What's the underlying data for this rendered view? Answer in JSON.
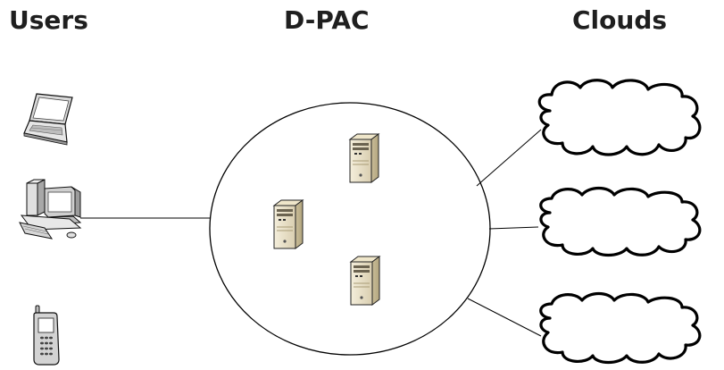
{
  "headings": {
    "users": "Users",
    "dpac": "D-PAC",
    "clouds": "Clouds"
  },
  "icons": {
    "users": [
      "laptop-icon",
      "desktop-computer-icon",
      "mobile-phone-icon"
    ],
    "servers": [
      "server-icon",
      "server-icon",
      "server-icon"
    ],
    "clouds": [
      "cloud-icon",
      "cloud-icon",
      "cloud-icon"
    ]
  },
  "colors": {
    "outline": "#000000",
    "device_body": "#d9d9d9",
    "server_body": "#ece4cc",
    "text": "#1f1f1f"
  }
}
